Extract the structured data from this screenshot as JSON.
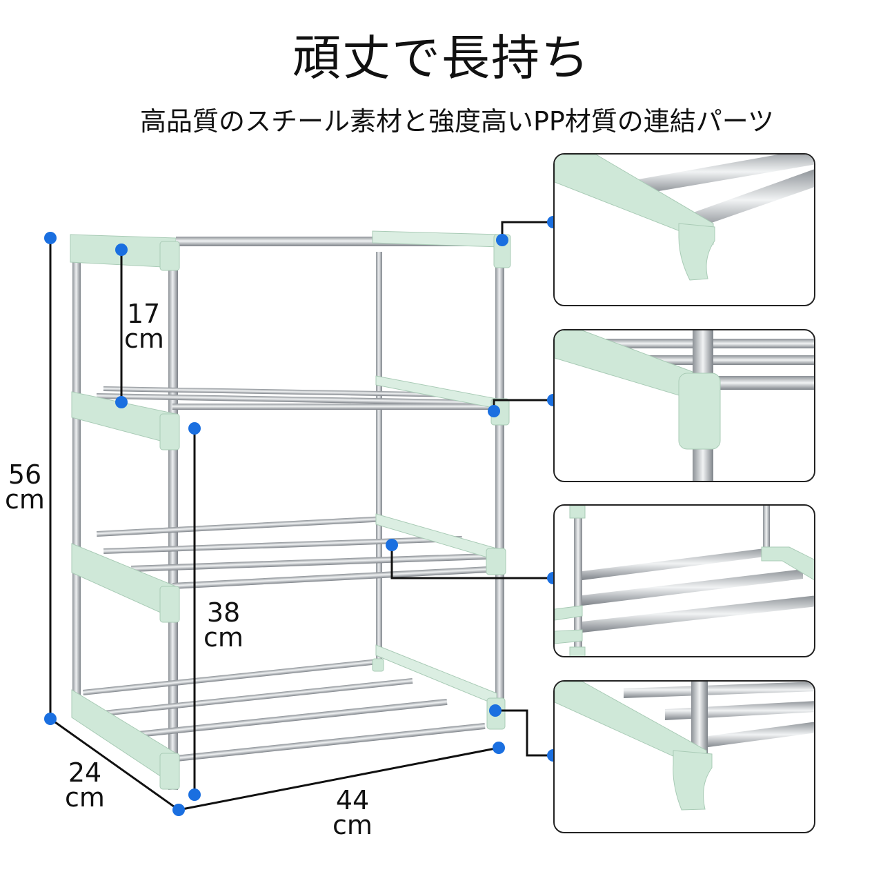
{
  "header": {
    "title": "頑丈で長持ち",
    "subtitle": "高品質のスチール素材と強度高いPP材質の連結パーツ"
  },
  "dimensions": {
    "shelf_gap": {
      "value": "17",
      "unit": "cm"
    },
    "height": {
      "value": "56",
      "unit": "cm"
    },
    "lower_height": {
      "value": "38",
      "unit": "cm"
    },
    "depth": {
      "value": "24",
      "unit": "cm"
    },
    "width": {
      "value": "44",
      "unit": "cm"
    }
  },
  "colors": {
    "connector": "#cfe8d8",
    "connector_edge": "#a9cbb6",
    "steel": "#b8bcc0",
    "marker": "#1a6fe0",
    "line": "#111111"
  }
}
